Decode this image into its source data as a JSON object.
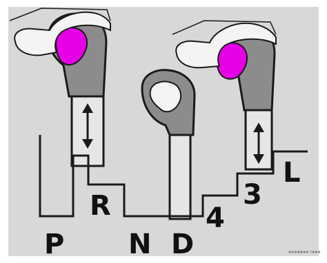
{
  "gate": {
    "positions": [
      "P",
      "R",
      "N",
      "D",
      "4",
      "3",
      "L"
    ]
  },
  "figure_code": "####### 7###",
  "colors": {
    "panel_background": "#d8d8d8",
    "lever_grey": "#8c8c8c",
    "lever_light": "#e6e6e6",
    "button_highlight": "#e600e6",
    "outline": "#1a1a1a",
    "skin": "#f4f4f4"
  },
  "icons": {
    "movement_arrow": "double-headed-vertical-arrow"
  }
}
